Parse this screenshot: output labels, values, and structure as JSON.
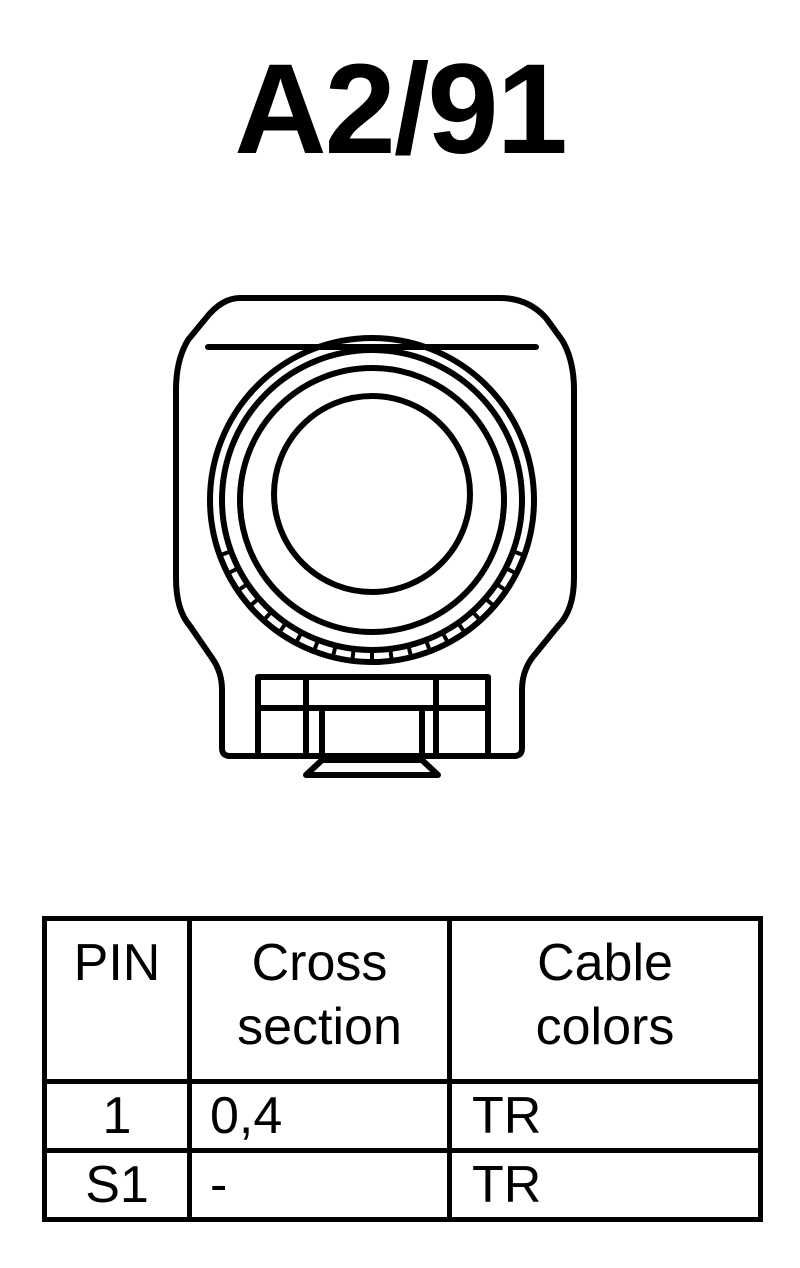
{
  "diagram": {
    "title": "A2/91"
  },
  "pin_table": {
    "headers": {
      "pin": "PIN",
      "cross_section_line1": "Cross",
      "cross_section_line2": "section",
      "cable_colors_line1": "Cable",
      "cable_colors_line2": "colors"
    },
    "rows": [
      {
        "pin": "1",
        "cross_section": "0,4",
        "cable_color": "TR"
      },
      {
        "pin": "S1",
        "cross_section": "-",
        "cable_color": "TR"
      }
    ]
  },
  "colors": {
    "line": "#000000",
    "background": "#ffffff"
  }
}
